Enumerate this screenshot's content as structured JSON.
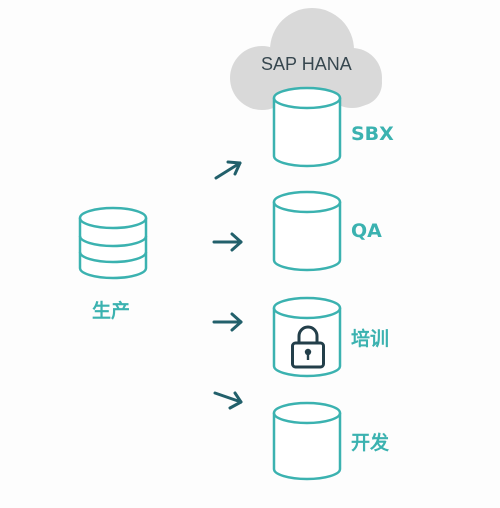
{
  "cloud": {
    "label": "SAP HANA"
  },
  "source": {
    "label": "生产"
  },
  "targets": [
    {
      "label": "SBX",
      "locked": false
    },
    {
      "label": "QA",
      "locked": false
    },
    {
      "label": "培训",
      "locked": true
    },
    {
      "label": "开发",
      "locked": false
    }
  ],
  "colors": {
    "teal": "#3bb2b0",
    "arrow": "#22606b",
    "cloud": "#d9d9d9",
    "lock": "#233f4a"
  }
}
